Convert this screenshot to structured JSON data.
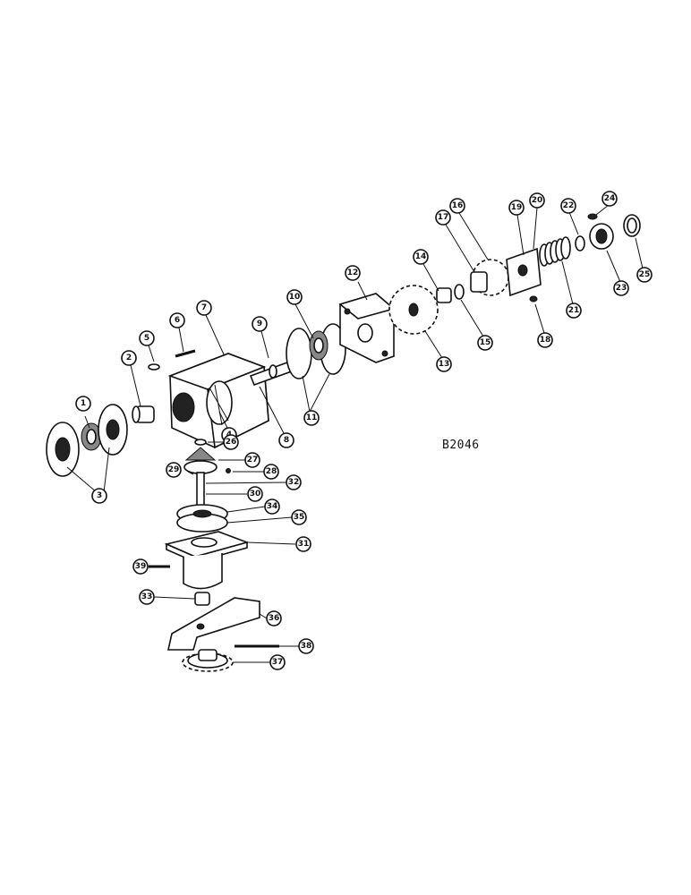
{
  "drawing_ref": "B2046",
  "callouts": [
    "1",
    "2",
    "3",
    "4",
    "5",
    "6",
    "7",
    "8",
    "9",
    "10",
    "11",
    "12",
    "13",
    "14",
    "15",
    "16",
    "17",
    "18",
    "19",
    "20",
    "21",
    "22",
    "23",
    "24",
    "25",
    "26",
    "27",
    "28",
    "29",
    "30",
    "31",
    "32",
    "33",
    "34",
    "35",
    "36",
    "37",
    "38",
    "39"
  ]
}
